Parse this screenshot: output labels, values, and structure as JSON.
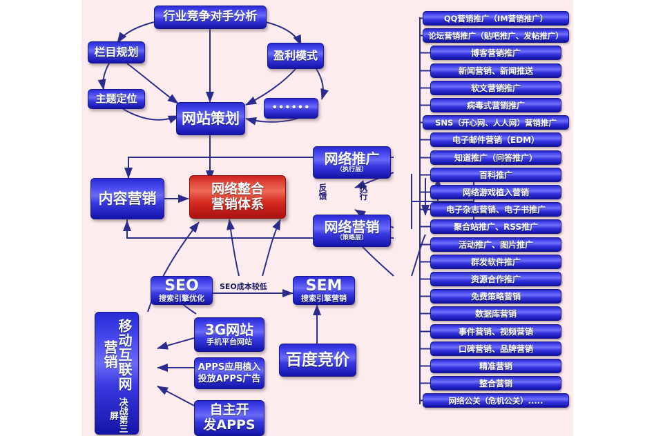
{
  "diagram": {
    "title": "网络整合营销体系",
    "background_color": "#fdeced",
    "node_color": "#2a2ad4",
    "accent_color": "#cf2020"
  },
  "planning": {
    "competitor": "行业竞争对手分析",
    "column_plan": "栏目规划",
    "profit_model": "盈利模式",
    "theme_position": "主题定位",
    "ellipsis": "••••••",
    "site_planning": "网站策划"
  },
  "core": {
    "center_line1": "网络整合",
    "center_line2": "营销体系",
    "content_marketing": "内容营销",
    "promotion": {
      "title": "网络推广",
      "sub": "（执行层）"
    },
    "marketing": {
      "title": "网络营销",
      "sub": "（策略层）"
    },
    "feedback_label": "反馈",
    "execute_label": "执行"
  },
  "search": {
    "seo": {
      "title": "SEO",
      "sub": "搜索引擎优化"
    },
    "sem": {
      "title": "SEM",
      "sub": "搜索引擎营销"
    },
    "seo_to_sem_label": "SEO成本较低",
    "baidu": "百度竞价"
  },
  "mobile": {
    "main": "移动互联网营销",
    "sub": "决战第三屏",
    "site3g": {
      "title": "3G网站",
      "sub": "手机平台网站"
    },
    "apps": {
      "line1": "APPS应用植入",
      "line2": "投放APPS广告"
    },
    "dev_apps": {
      "line1": "自主开",
      "line2": "发APPS"
    }
  },
  "channels": [
    "QQ营销推广（IM营销推广）",
    "论坛营销推广（贴吧推广、发帖推广）",
    "博客营销推广",
    "新闻营销、新闻推送",
    "软文营销推广",
    "病毒式营销推广",
    "SNS（开心网、人人网）营销推广",
    "电子邮件营销（EDM）",
    "知道推广（问答推广）",
    "百科推广",
    "网络游戏植入营销",
    "电子杂志营销、电子书推广",
    "聚合站推广、RSS推广",
    "活动推广、图片推广",
    "群发软件推广",
    "资源合作推广",
    "免费策略营销",
    "数据库营销",
    "事件营销、视频营销",
    "口碑营销、品牌营销",
    "精准营销",
    "整合营销",
    "网络公关（危机公关）....."
  ]
}
